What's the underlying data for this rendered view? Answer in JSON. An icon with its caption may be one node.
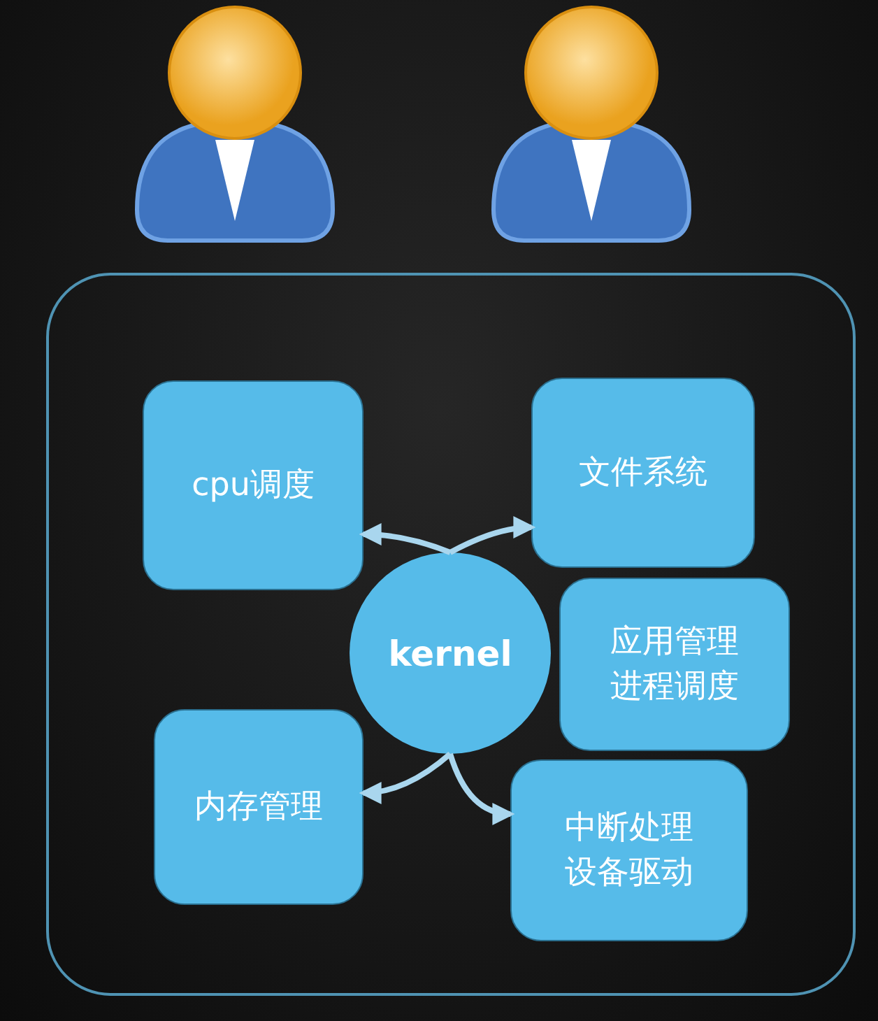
{
  "diagram": {
    "nodes": [
      {
        "text": [],
        "shape": "box"
      },
      {
        "text": [
          "cpu调度"
        ],
        "in": 0
      },
      {
        "text": [
          "文件系统"
        ],
        "in": 0
      },
      {
        "text": [
          "kernel"
        ],
        "in": 0
      },
      {
        "text": [
          "应用管理进程调度"
        ],
        "in": 0
      },
      {
        "text": [
          "内存管理"
        ],
        "in": 0
      },
      {
        "text": [
          "中断处理设备驱动"
        ],
        "in": 0
      }
    ],
    "edges": [
      {
        "from": 3,
        "to": 1,
        "arrow": "to"
      },
      {
        "from": 3,
        "to": 2,
        "arrow": "to"
      },
      {
        "from": 3,
        "to": 5,
        "arrow": "to"
      },
      {
        "from": 3,
        "to": 6,
        "arrow": "to"
      }
    ]
  }
}
